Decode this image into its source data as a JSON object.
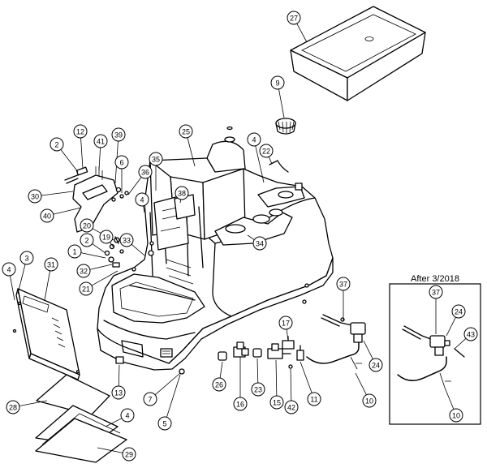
{
  "inset": {
    "title": "After 3/2018"
  },
  "callouts": [
    {
      "id": "c27",
      "label": "27"
    },
    {
      "id": "c9",
      "label": "9"
    },
    {
      "id": "c2a",
      "label": "2"
    },
    {
      "id": "c12",
      "label": "12"
    },
    {
      "id": "c41",
      "label": "41"
    },
    {
      "id": "c39",
      "label": "39"
    },
    {
      "id": "c6",
      "label": "6"
    },
    {
      "id": "c36",
      "label": "36"
    },
    {
      "id": "c25",
      "label": "25"
    },
    {
      "id": "c4a",
      "label": "4"
    },
    {
      "id": "c22",
      "label": "22"
    },
    {
      "id": "c35",
      "label": "35"
    },
    {
      "id": "c30",
      "label": "30"
    },
    {
      "id": "c4b",
      "label": "4"
    },
    {
      "id": "c38",
      "label": "38"
    },
    {
      "id": "c40",
      "label": "40"
    },
    {
      "id": "c20",
      "label": "20"
    },
    {
      "id": "c19",
      "label": "19"
    },
    {
      "id": "c2b",
      "label": "2"
    },
    {
      "id": "c33",
      "label": "33"
    },
    {
      "id": "c34",
      "label": "34"
    },
    {
      "id": "c1",
      "label": "1"
    },
    {
      "id": "c32",
      "label": "32"
    },
    {
      "id": "c4c",
      "label": "4"
    },
    {
      "id": "c3",
      "label": "3"
    },
    {
      "id": "c31",
      "label": "31"
    },
    {
      "id": "c21",
      "label": "21"
    },
    {
      "id": "c37a",
      "label": "37"
    },
    {
      "id": "c37b",
      "label": "37"
    },
    {
      "id": "c24a",
      "label": "24"
    },
    {
      "id": "c43",
      "label": "43"
    },
    {
      "id": "c17",
      "label": "17"
    },
    {
      "id": "c24b",
      "label": "24"
    },
    {
      "id": "c26",
      "label": "26"
    },
    {
      "id": "c16",
      "label": "16"
    },
    {
      "id": "c23",
      "label": "23"
    },
    {
      "id": "c15",
      "label": "15"
    },
    {
      "id": "c42",
      "label": "42"
    },
    {
      "id": "c11",
      "label": "11"
    },
    {
      "id": "c10a",
      "label": "10"
    },
    {
      "id": "c13",
      "label": "13"
    },
    {
      "id": "c7",
      "label": "7"
    },
    {
      "id": "c5",
      "label": "5"
    },
    {
      "id": "c28",
      "label": "28"
    },
    {
      "id": "c4d",
      "label": "4"
    },
    {
      "id": "c29",
      "label": "29"
    },
    {
      "id": "c10b",
      "label": "10"
    }
  ]
}
